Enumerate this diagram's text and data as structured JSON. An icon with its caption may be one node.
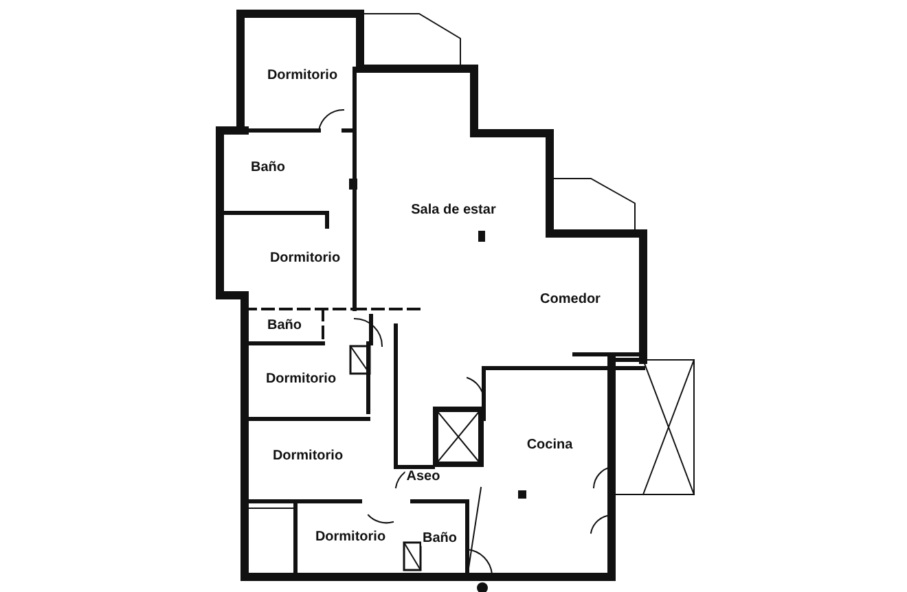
{
  "diagram": {
    "labels": [
      "Dormitorio",
      "Baño",
      "Sala de estar",
      "Dormitorio",
      "Comedor",
      "Baño",
      "Dormitorio",
      "Cocina",
      "Dormitorio",
      "Aseo",
      "Dormitorio",
      "Baño"
    ]
  }
}
